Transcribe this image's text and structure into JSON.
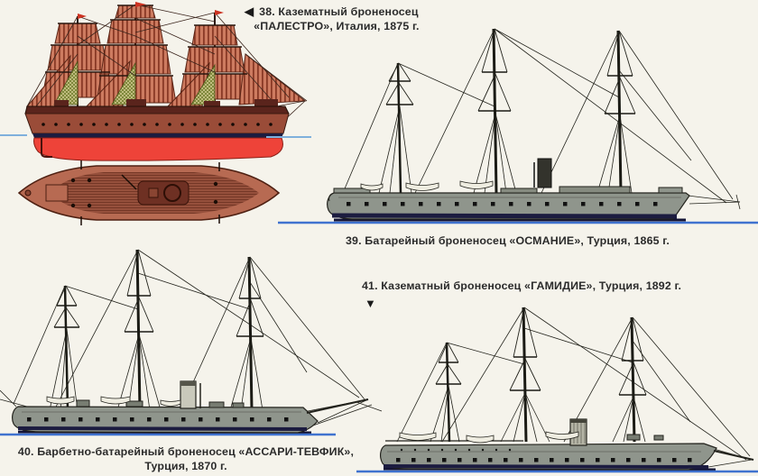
{
  "page": {
    "kind": "book-page-scan",
    "background_color": "#f5f3eb",
    "caption_text_color": "#2b2b2b"
  },
  "colors": {
    "sail_terracotta": "#cd7b60",
    "sail_stripe": "#8a3a26",
    "netting_green": "#6f7c2b",
    "upper_hull_brown": "#9a4c38",
    "bulwark_dark_brown": "#5a241c",
    "underwater_hull_red": "#ee4339",
    "deck_plan_brown": "#b76a52",
    "deck_plank_dark": "#703423",
    "warship_gray": "#8f958c",
    "boot_top_navy": "#1c1c40",
    "waterline_blue": "#3f72cf",
    "rigging_black": "#23231d"
  },
  "figures": [
    {
      "id": "fig-38",
      "number": "38.",
      "marker_glyph": "◀",
      "marker_icon": "left-triangle-icon",
      "caption_line1": "38. Казематный броненосец",
      "caption_line2": "«ПАЛЕСТРО», Италия, 1875 г.",
      "ship_name": "«ПАЛЕСТРО»",
      "ship_type": "Казематный броненосец",
      "country": "Италия",
      "year": "1875 г.",
      "illustration": "side view under full sail with red underwater hull, plus deck plan view"
    },
    {
      "id": "fig-39",
      "caption": "39. Батарейный броненосец «ОСМАНИЕ», Турция, 1865 г.",
      "ship_name": "«ОСМАНИЕ»",
      "ship_type": "Батарейный броненосец",
      "country": "Турция",
      "year": "1865 г.",
      "illustration": "gray three-masted ironclad side view at waterline"
    },
    {
      "id": "fig-40",
      "caption_line1": "40. Барбетно-батарейный броненосец «АССАРИ-ТЕВФИК»,",
      "caption_line2": "Турция, 1870 г.",
      "ship_name": "«АССАРИ-ТЕВФИК»",
      "ship_type": "Барбетно-батарейный броненосец",
      "country": "Турция",
      "year": "1870 г.",
      "illustration": "gray three-masted ironclad with funnel, ram bow at right"
    },
    {
      "id": "fig-41",
      "marker_glyph": "▼",
      "marker_icon": "down-triangle-icon",
      "caption": "41. Казематный броненосец «ГАМИДИЕ», Турция, 1892 г.",
      "ship_name": "«ГАМИДИЕ»",
      "ship_type": "Казематный броненосец",
      "country": "Турция",
      "year": "1892 г.",
      "illustration": "gray three-masted ironclad with funnel, clipper bow at right"
    }
  ]
}
